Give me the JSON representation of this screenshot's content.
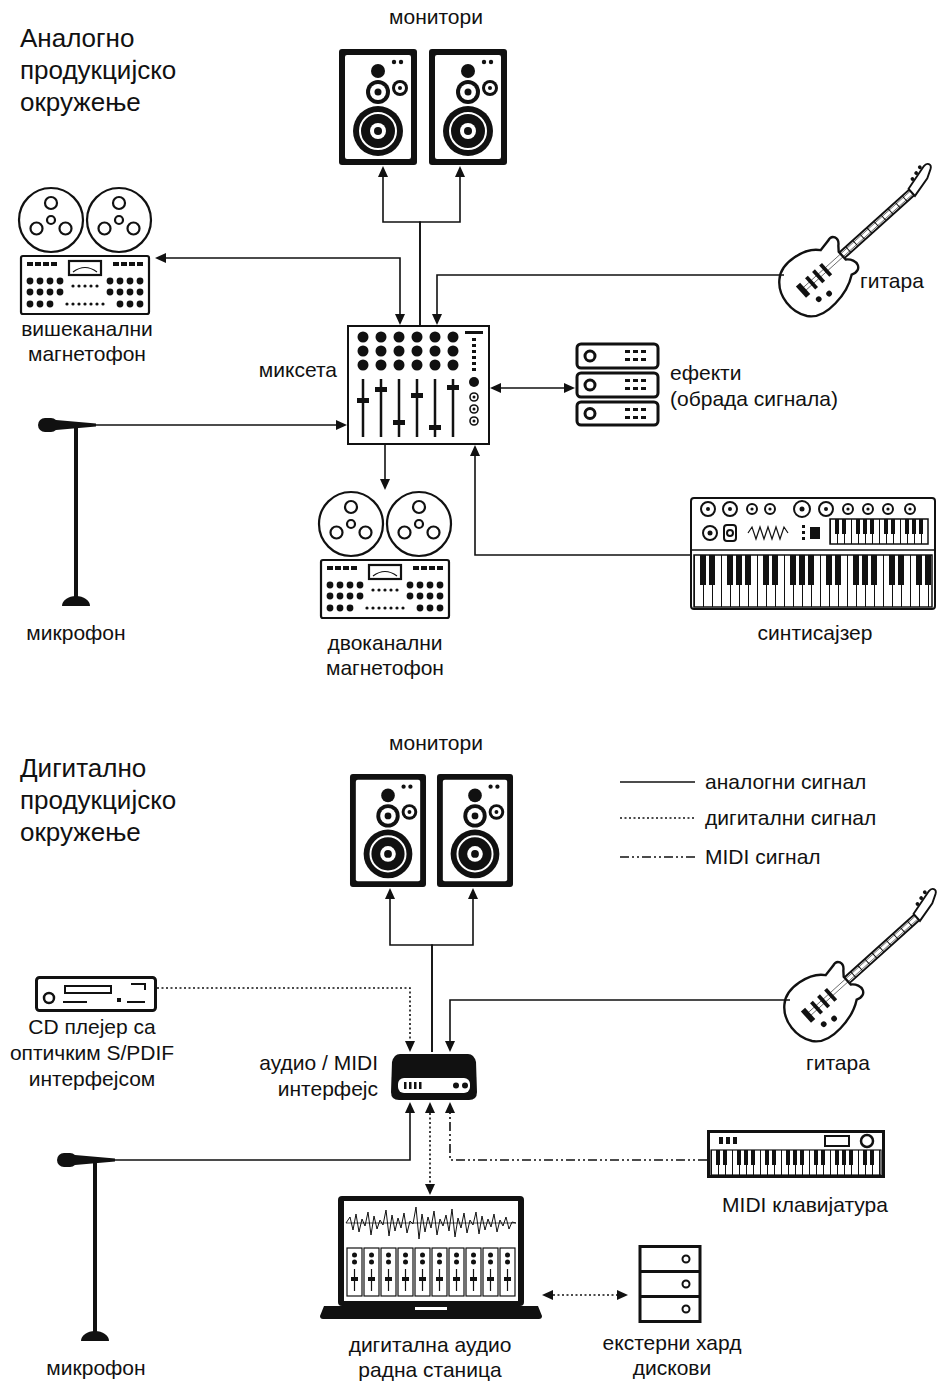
{
  "diagram": {
    "nodes": [
      {
        "text": [
          "монитори"
        ]
      },
      {
        "text": [
          "вишеканални магнетофон"
        ]
      },
      {
        "text": [
          "миксета"
        ]
      },
      {
        "text": [
          "гитара"
        ]
      },
      {
        "text": [
          "ефекти",
          "(обрада сигнала)"
        ]
      },
      {
        "text": [
          "микрофон"
        ]
      },
      {
        "text": [
          "двоканални магнетофон"
        ]
      },
      {
        "text": [
          "синтисајзер"
        ]
      },
      {
        "text": [
          "монитори"
        ]
      },
      {
        "text": [
          "CD плејер са оптичким S/PDIF интерфејсом"
        ]
      },
      {
        "text": [
          "гитара"
        ]
      },
      {
        "text": [
          "аудио / MIDI интерфејс"
        ]
      },
      {
        "text": [
          "микрофон"
        ]
      },
      {
        "text": [
          "MIDI клавијатура"
        ]
      },
      {
        "text": [
          "дигитална аудио радна станица"
        ]
      },
      {
        "text": [
          "екстерни хард дискови"
        ]
      }
    ],
    "edges": [
      {
        "from": 2,
        "to": 0,
        "arrow": "to"
      },
      {
        "from": 2,
        "to": 1,
        "arrow": "both"
      },
      {
        "from": 3,
        "to": 2,
        "arrow": "to"
      },
      {
        "from": 2,
        "to": 4,
        "arrow": "both"
      },
      {
        "from": 5,
        "to": 2,
        "arrow": "to"
      },
      {
        "from": 2,
        "to": 6,
        "arrow": "to"
      },
      {
        "from": 7,
        "to": 2,
        "arrow": "to"
      },
      {
        "from": 11,
        "to": 8,
        "arrow": "to"
      },
      {
        "from": 9,
        "to": 11,
        "arrow": "to"
      },
      {
        "from": 10,
        "to": 11,
        "arrow": "to"
      },
      {
        "from": 12,
        "to": 11,
        "arrow": "to"
      },
      {
        "from": 11,
        "to": 14,
        "arrow": "both"
      },
      {
        "from": 13,
        "to": 11,
        "arrow": "to"
      },
      {
        "from": 14,
        "to": 15,
        "arrow": "both"
      }
    ],
    "labels": [
      "Аналогно продукцијско окружење",
      "Дигитално продукцијско окружење"
    ],
    "legend": [
      {
        "text": "аналогни сигнал"
      },
      {
        "text": "дигитални сигнал"
      },
      {
        "text": "MIDI сигнал"
      }
    ]
  }
}
